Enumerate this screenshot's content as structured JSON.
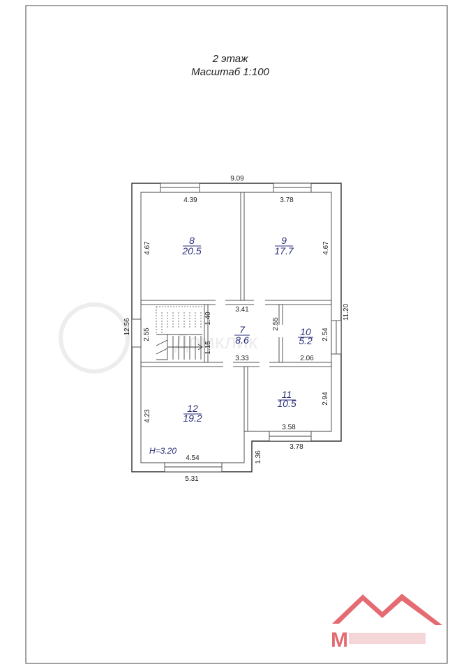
{
  "header": {
    "floor_label": "2 этаж",
    "scale_label": "Масштаб 1:100"
  },
  "dimensions": {
    "overall_width": "9.09",
    "overall_depth": "11.20",
    "left_total": "12.56",
    "room8_width": "4.39",
    "room8_depth": "4.67",
    "room9_width": "3.78",
    "room9_depth": "4.67",
    "hall_top": "3.41",
    "hall_bottom": "3.33",
    "hall_depth": "2.55",
    "stair_depth": "2.55",
    "stair_upper": "1.40",
    "stair_lower": "1.15",
    "room10_width": "2.06",
    "room10_depth": "2.54",
    "room11_width": "3.58",
    "room11_depth": "2.94",
    "room12_width": "4.54",
    "room12_depth": "4.23",
    "bottom_left_width": "5.31",
    "bottom_right_width": "3.78",
    "step_depth": "1.36"
  },
  "rooms": [
    {
      "number": "8",
      "area": "20.5"
    },
    {
      "number": "9",
      "area": "17.7"
    },
    {
      "number": "7",
      "area": "8.6"
    },
    {
      "number": "10",
      "area": "5.2"
    },
    {
      "number": "11",
      "area": "10.5"
    },
    {
      "number": "12",
      "area": "19.2"
    }
  ],
  "ceiling_height": "H=3.20",
  "watermark": {
    "brand_text": "Домклик",
    "logo_letter": "М",
    "logo_color": "#e0515a"
  }
}
